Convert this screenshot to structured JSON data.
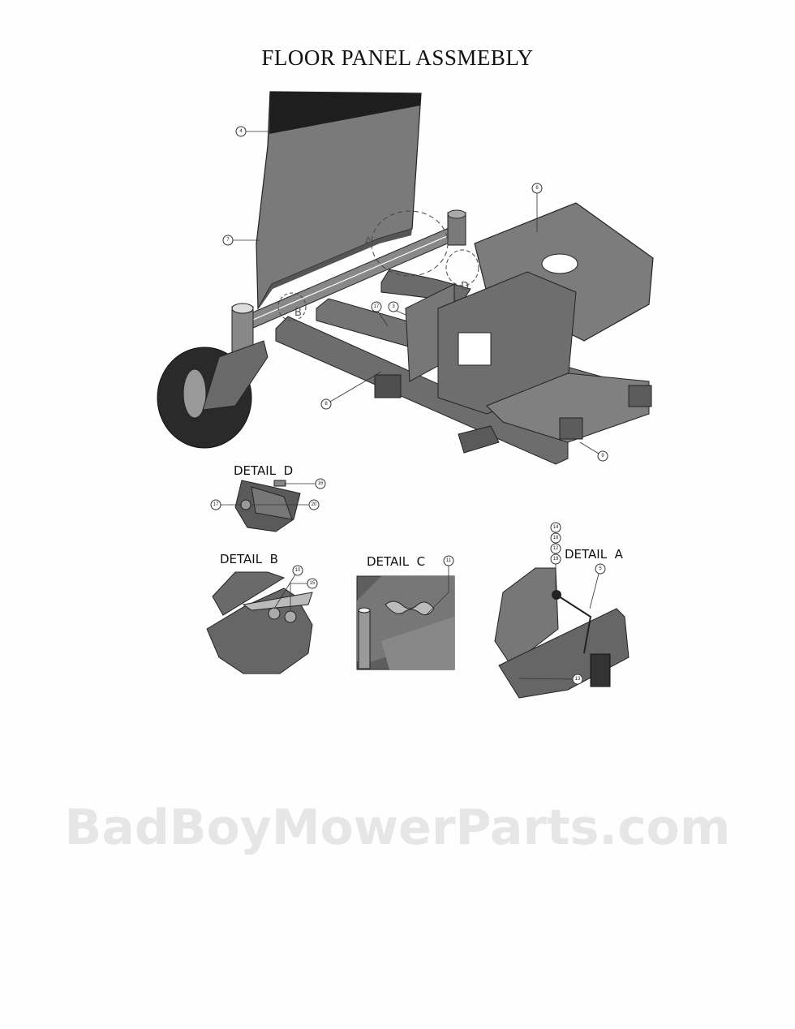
{
  "title": "FLOOR PANEL ASSMEBLY",
  "watermark": "BadBoyMowerParts.com",
  "main_view": {
    "section_marks": [
      "A",
      "B",
      "D"
    ],
    "callouts": [
      "4",
      "7",
      "6",
      "17",
      "3",
      "8",
      "9"
    ]
  },
  "details": {
    "d": {
      "label": "DETAIL  D",
      "callouts": [
        "16",
        "17",
        "20"
      ]
    },
    "b": {
      "label": "DETAIL  B",
      "callouts": [
        "10",
        "15"
      ]
    },
    "c": {
      "label": "DETAIL  C",
      "callouts": [
        "11"
      ]
    },
    "a": {
      "label": "DETAIL  A",
      "callouts": [
        "14",
        "18",
        "12",
        "19",
        "5",
        "13"
      ]
    }
  }
}
